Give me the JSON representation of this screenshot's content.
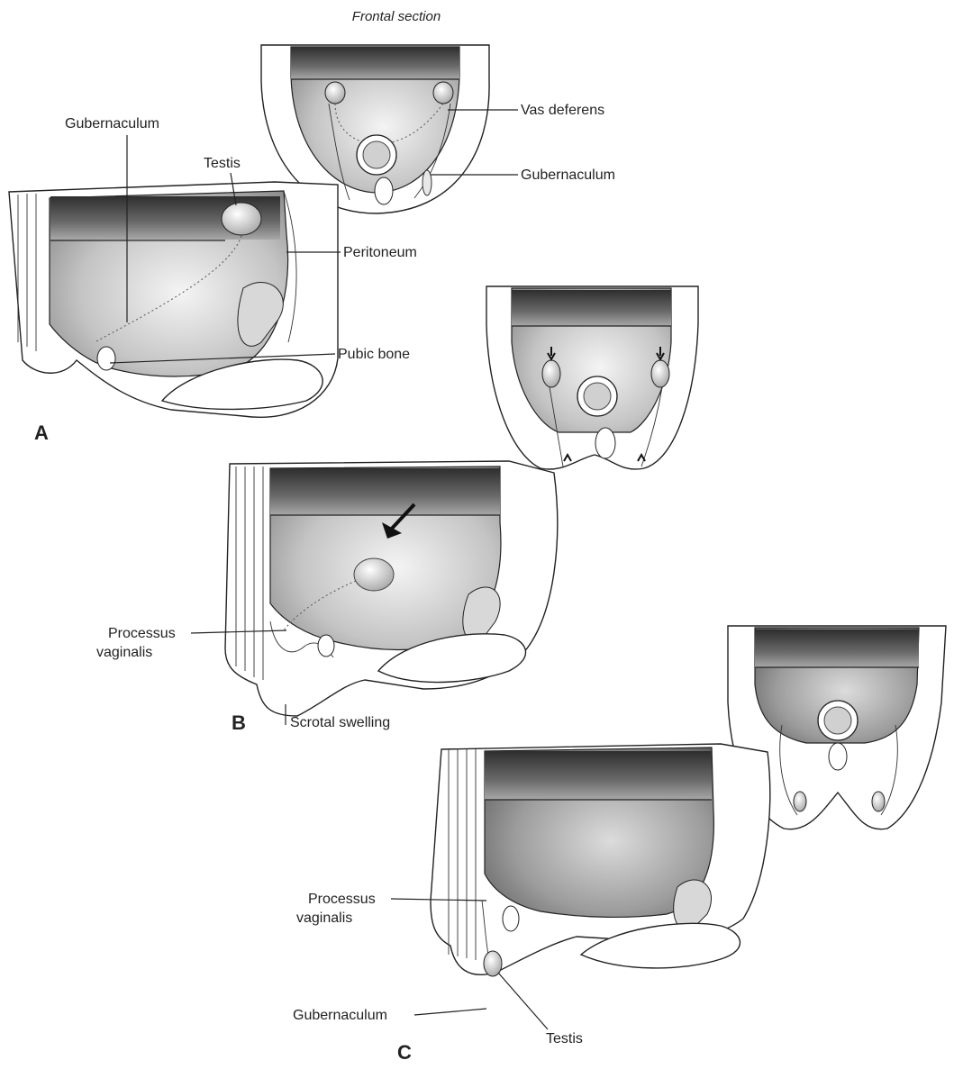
{
  "title": "Frontal section",
  "panels": {
    "a": {
      "letter": "A"
    },
    "b": {
      "letter": "B"
    },
    "c": {
      "letter": "C"
    }
  },
  "labels": {
    "gubernaculum_a": "Gubernaculum",
    "testis_a": "Testis",
    "vas_deferens": "Vas deferens",
    "gubernaculum_frontal": "Gubernaculum",
    "peritoneum": "Peritoneum",
    "pubic_bone": "Pubic bone",
    "processus_b_line1": "Processus",
    "processus_b_line2": "vaginalis",
    "scrotal_swelling": "Scrotal swelling",
    "processus_c_line1": "Processus",
    "processus_c_line2": "vaginalis",
    "gubernaculum_c": "Gubernaculum",
    "testis_c": "Testis"
  },
  "colors": {
    "ink": "#222222",
    "shade_dark": "#3a3a3a",
    "shade_light": "#e6e6e6"
  }
}
